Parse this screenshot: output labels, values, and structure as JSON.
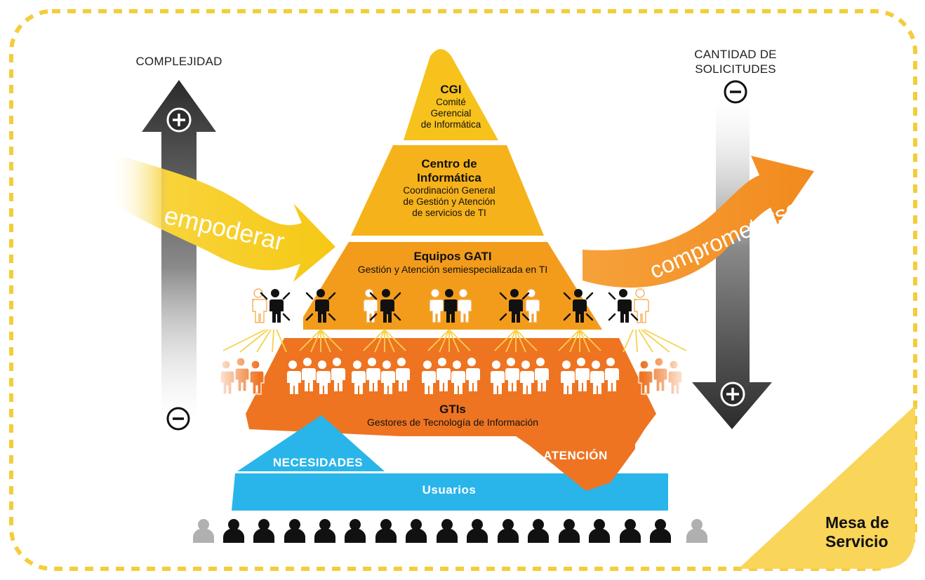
{
  "axis_left": {
    "title": "COMPLEJIDAD",
    "top_symbol": "plus",
    "bottom_symbol": "minus"
  },
  "axis_right": {
    "title_line1": "CANTIDAD DE",
    "title_line2": "SOLICITUDES",
    "top_symbol": "minus",
    "bottom_symbol": "plus"
  },
  "arrows": {
    "left_label": "empoderar",
    "right_label": "comprometerse"
  },
  "pyramid": {
    "cgi": {
      "title": "CGI",
      "line1": "Comité",
      "line2": "Gerencial",
      "line3": "de Informática"
    },
    "centro": {
      "title_line1": "Centro de",
      "title_line2": "Informática",
      "line1": "Coordinación General",
      "line2": "de Gestión y Atención",
      "line3": "de servicios de TI"
    },
    "gati": {
      "title": "Equipos GATI",
      "subtitle": "Gestión y Atención semiespecializada en TI"
    },
    "gtis": {
      "title": "GTIs",
      "subtitle": "Gestores de Tecnología de Información"
    }
  },
  "bands": {
    "necesidades": "NECESIDADES",
    "atencion": "ATENCIÓN",
    "usuarios": "Usuarios"
  },
  "brand": {
    "line1": "Mesa de",
    "line2": "Servicio"
  },
  "colors": {
    "border_dash": "#f5cc3a",
    "cgi": "#f7c21c",
    "centro": "#f6b21a",
    "gati": "#f39c1c",
    "gtis": "#ee7422",
    "usuarios": "#29b5ea",
    "axis_dark": "#2a2a2a",
    "arrow_yellow": "#f6cf18",
    "arrow_orange": "#f28f26",
    "corner": "#f9d55a"
  }
}
